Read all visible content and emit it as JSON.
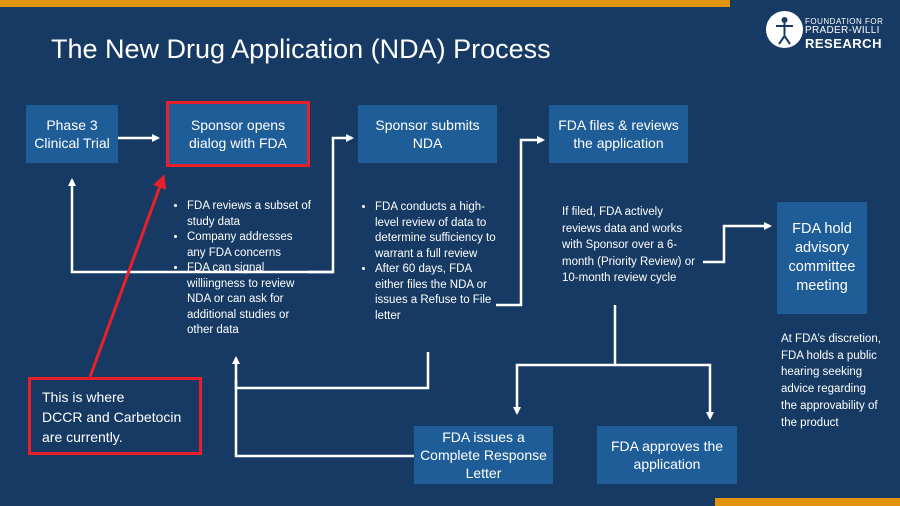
{
  "slide": {
    "title": "The New Drug Application (NDA) Process"
  },
  "logo": {
    "line1": "FOUNDATION FOR",
    "line2": "PRADER-WILLI",
    "line3": "RESEARCH"
  },
  "boxes": {
    "phase3": "Phase 3\nClinical Trial",
    "sponsor_opens": "Sponsor opens\ndialog with FDA",
    "sponsor_submits": "Sponsor submits\nNDA",
    "fda_files": "FDA files & reviews\nthe application",
    "fda_advisory": "FDA hold\nadvisory\ncommittee\nmeeting",
    "fda_crl": "FDA issues a\nComplete Response\nLetter",
    "fda_approves": "FDA approves the\napplication"
  },
  "notes": {
    "dialog_bullets": [
      "FDA reviews a subset of study data",
      "Company addresses any FDA concerns",
      "FDA can signal williingness to review NDA or can ask for additional studies or other data"
    ],
    "submission_bullets": [
      "FDA conducts a high-level review of data to determine sufficiency to warrant a full review",
      "After 60 days, FDA either files the NDA or issues a Refuse to File letter"
    ],
    "review_text": "If filed, FDA actively reviews data and works with Sponsor over a 6-month (Priority Review) or 10-month review cycle",
    "advisory_text": "At FDA’s discretion, FDA holds a public hearing seeking advice regarding the approvability of the product"
  },
  "callout": {
    "text": "This is where\nDCCR and Carbetocin\nare currently."
  },
  "colors": {
    "background": "#163a63",
    "box": "#1e5d98",
    "accent_bar": "#e1940f",
    "highlight": "#e8202a",
    "text": "#ffffff"
  }
}
